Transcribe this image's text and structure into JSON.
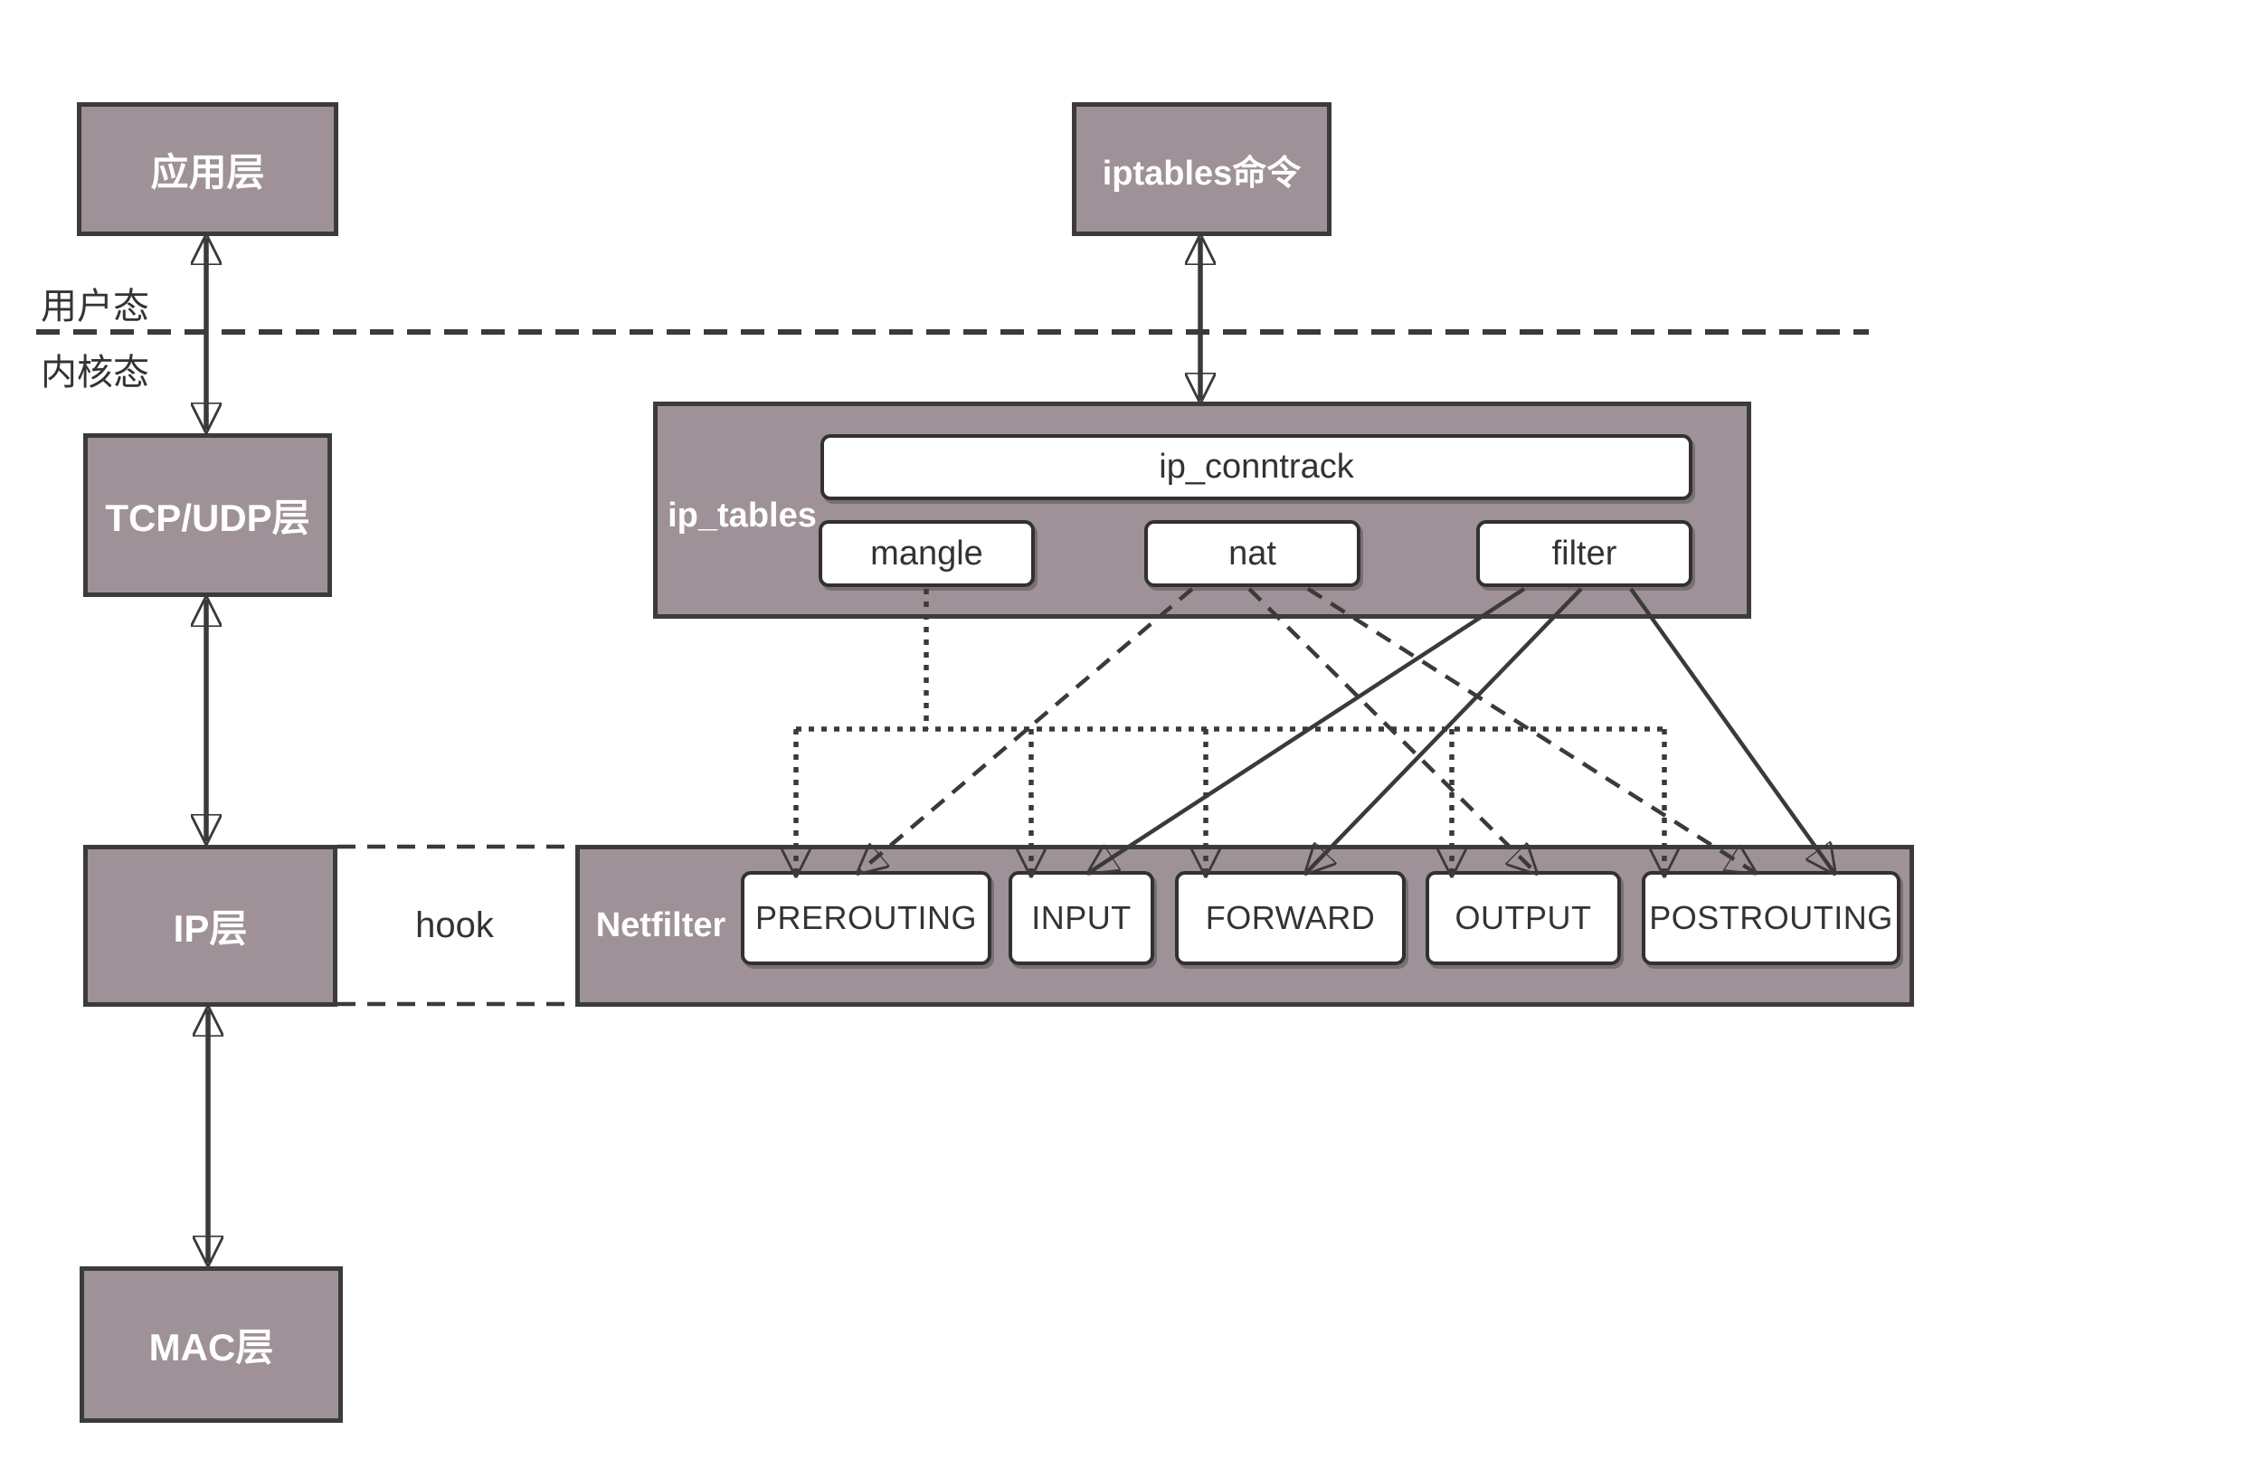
{
  "colors": {
    "box_fill": "#9F9198",
    "box_border": "#3B3B3B",
    "white_box_fill": "#FFFFFF",
    "line": "#3A3A3A",
    "text_dark": "#333333",
    "text_light": "#FFFFFF",
    "background": "#FFFFFF"
  },
  "modes": {
    "user_mode": "用户态",
    "kernel_mode": "内核态"
  },
  "layers": {
    "app": "应用层",
    "tcp_udp": "TCP/UDP层",
    "ip": "IP层",
    "mac": "MAC层"
  },
  "iptables_cmd": "iptables命令",
  "ip_tables": {
    "label": "ip_tables",
    "conntrack": "ip_conntrack",
    "tables": [
      {
        "label": "mangle"
      },
      {
        "label": "nat"
      },
      {
        "label": "filter"
      }
    ]
  },
  "netfilter": {
    "label": "Netfilter",
    "hook_label": "hook",
    "chains": [
      {
        "label": "PREROUTING"
      },
      {
        "label": "INPUT"
      },
      {
        "label": "FORWARD"
      },
      {
        "label": "OUTPUT"
      },
      {
        "label": "POSTROUTING"
      }
    ]
  },
  "connections": [
    {
      "from": "mangle",
      "style": "dotted",
      "to": [
        "PREROUTING",
        "INPUT",
        "FORWARD",
        "OUTPUT",
        "POSTROUTING"
      ]
    },
    {
      "from": "nat",
      "style": "dashed",
      "to": [
        "PREROUTING",
        "OUTPUT",
        "POSTROUTING"
      ]
    },
    {
      "from": "filter",
      "style": "solid",
      "to": [
        "INPUT",
        "FORWARD",
        "POSTROUTING"
      ]
    },
    {
      "from": "应用层",
      "style": "double-arrow",
      "to": [
        "TCP/UDP层"
      ]
    },
    {
      "from": "TCP/UDP层",
      "style": "double-arrow",
      "to": [
        "IP层"
      ]
    },
    {
      "from": "IP层",
      "style": "double-arrow",
      "to": [
        "MAC层"
      ]
    },
    {
      "from": "iptables命令",
      "style": "double-arrow",
      "to": [
        "ip_tables"
      ]
    },
    {
      "from": "IP层",
      "style": "hook-dashed",
      "to": [
        "Netfilter"
      ]
    }
  ]
}
